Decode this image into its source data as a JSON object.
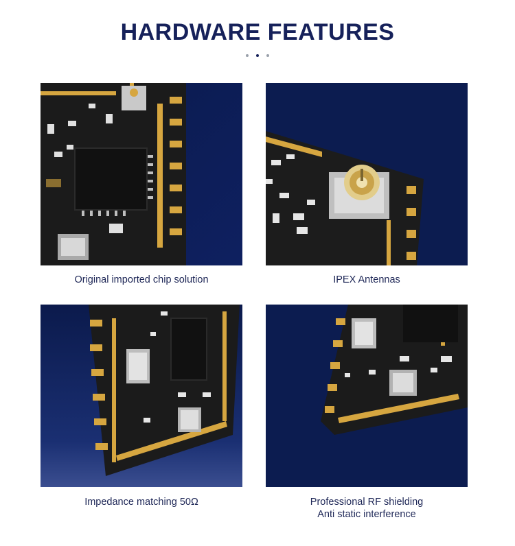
{
  "page": {
    "title": "HARDWARE FEATURES",
    "pager": {
      "count": 3,
      "active_index": 1
    }
  },
  "colors": {
    "title": "#16215a",
    "caption": "#1d2656",
    "panel_background": "#0c1c50",
    "pcb": "#1a1a1a",
    "gold": "#d8a942"
  },
  "features": [
    {
      "caption": "Original imported chip solution",
      "image": "pcb-chip-closeup"
    },
    {
      "caption": "IPEX Antennas",
      "image": "pcb-ipex-antenna-connector"
    },
    {
      "caption": "Impedance matching 50Ω",
      "image": "pcb-impedance-traces"
    },
    {
      "caption_lines": [
        "Professional RF shielding",
        "Anti static interference"
      ],
      "image": "pcb-rf-shielding"
    }
  ]
}
